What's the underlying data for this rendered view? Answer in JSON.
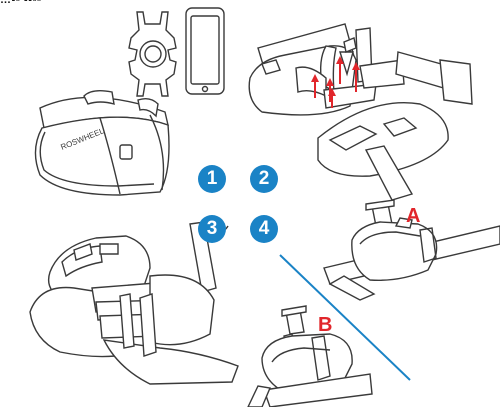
{
  "header_fragment": "…▪▫ ▪▪▫▫",
  "brand_text": "ROSWHEEL",
  "steps": [
    {
      "number": "1"
    },
    {
      "number": "2"
    },
    {
      "number": "3"
    },
    {
      "number": "4"
    }
  ],
  "mount_options": [
    {
      "label": "A"
    },
    {
      "label": "B"
    }
  ],
  "colors": {
    "step_badge": "#1a83c6",
    "option_letter": "#e1262b",
    "divider_line": "#1a83c6",
    "arrows": "#e1262b",
    "line_art": "#3a3a3a"
  },
  "icons": {
    "phone_holder": "silicone-phone-holder-icon",
    "phone": "smartphone-icon",
    "bag": "frame-bag-icon",
    "bike": "bicycle-frame-icon"
  }
}
